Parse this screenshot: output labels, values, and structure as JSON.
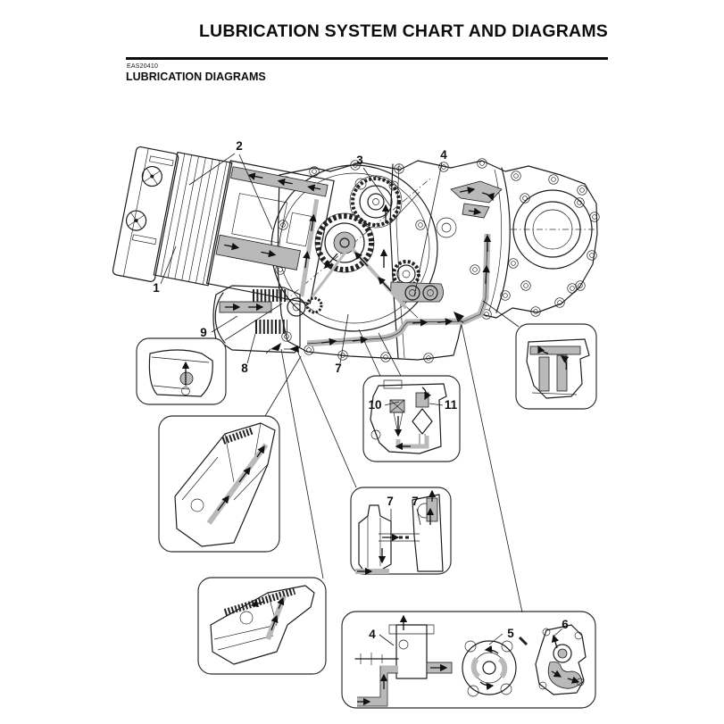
{
  "page": {
    "title": "LUBRICATION SYSTEM CHART AND DIAGRAMS",
    "code": "EAS20410",
    "section_title": "LUBRICATION DIAGRAMS"
  },
  "diagram": {
    "callouts": {
      "main": [
        {
          "label": "1"
        },
        {
          "label": "2"
        },
        {
          "label": "3"
        },
        {
          "label": "4"
        },
        {
          "label": "7"
        },
        {
          "label": "8"
        },
        {
          "label": "9"
        }
      ],
      "relief_valve_inset": [
        {
          "label": "10"
        },
        {
          "label": "11"
        }
      ],
      "shaft_inset": [
        {
          "label": "7"
        },
        {
          "label": "7"
        }
      ],
      "oil_pump_inset": [
        {
          "label": "4"
        },
        {
          "label": "5"
        },
        {
          "label": "6"
        }
      ]
    }
  }
}
